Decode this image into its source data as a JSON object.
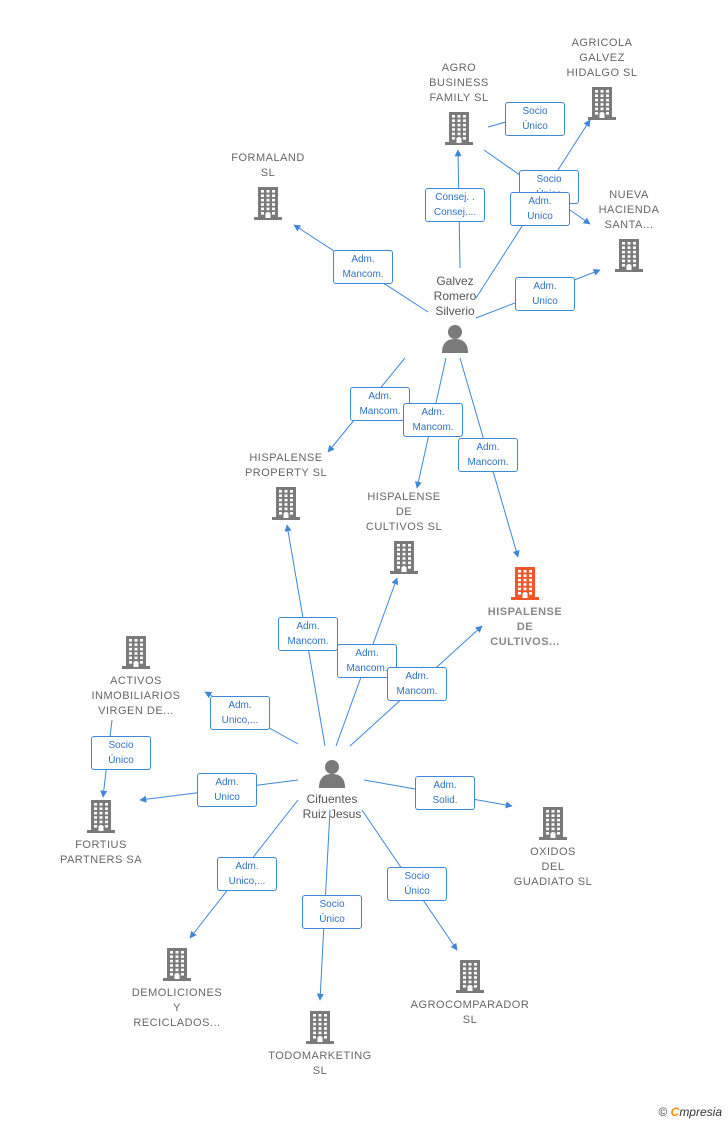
{
  "colors": {
    "edge": "#3d87d9",
    "node": "#7a7a7a",
    "highlight": "#f0562a"
  },
  "footer": {
    "copyright": "©",
    "brand_initial": "C",
    "brand_rest": "mpresia"
  },
  "nodes": {
    "galvez": {
      "type": "person",
      "label": "Galvez\nRomero\nSilverio"
    },
    "cifuentes": {
      "type": "person",
      "label": "Cifuentes\nRuiz Jesus"
    },
    "agro_business": {
      "type": "company",
      "label": "AGRO\nBUSINESS\nFAMILY SL"
    },
    "agricola": {
      "type": "company",
      "label": "AGRICOLA\nGALVEZ\nHIDALGO SL"
    },
    "nueva_hacienda": {
      "type": "company",
      "label": "NUEVA\nHACIENDA\nSANTA..."
    },
    "formaland": {
      "type": "company",
      "label": "FORMALAND\nSL"
    },
    "hisp_property": {
      "type": "company",
      "label": "HISPALENSE\nPROPERTY SL"
    },
    "hisp_cultivos": {
      "type": "company",
      "label": "HISPALENSE\nDE\nCULTIVOS SL"
    },
    "hisp_cultivos_main": {
      "type": "company",
      "label": "HISPALENSE\nDE\nCULTIVOS..."
    },
    "activos": {
      "type": "company",
      "label": "ACTIVOS\nINMOBILIARIOS\nVIRGEN DE..."
    },
    "fortius": {
      "type": "company",
      "label": "FORTIUS\nPARTNERS SA"
    },
    "oxidos": {
      "type": "company",
      "label": "OXIDOS\nDEL\nGUADIATO SL"
    },
    "demoliciones": {
      "type": "company",
      "label": "DEMOLICIONES\nY\nRECICLADOS..."
    },
    "todomarketing": {
      "type": "company",
      "label": "TODOMARKETING\nSL"
    },
    "agrocomparador": {
      "type": "company",
      "label": "AGROCOMPARADOR\nSL"
    }
  },
  "edges": [
    {
      "from": "galvez",
      "to": "formaland",
      "label": "Adm.\nMancom."
    },
    {
      "from": "galvez",
      "to": "agro_business",
      "label": "Consej. .\nConsej...."
    },
    {
      "from": "galvez",
      "to": "agricola",
      "label": "Socio\nÚnico"
    },
    {
      "from": "galvez",
      "to": "nueva_hacienda",
      "label": "Adm.\nUnico"
    },
    {
      "from": "agro_business",
      "to": "agricola",
      "label": "Socio\nÚnico"
    },
    {
      "from": "agro_business",
      "to": "nueva_hacienda",
      "label": "Adm.\nUnico"
    },
    {
      "from": "galvez",
      "to": "hisp_property",
      "label": "Adm.\nMancom."
    },
    {
      "from": "galvez",
      "to": "hisp_cultivos",
      "label": "Adm.\nMancom."
    },
    {
      "from": "galvez",
      "to": "hisp_cultivos_main",
      "label": "Adm.\nMancom."
    },
    {
      "from": "cifuentes",
      "to": "hisp_property",
      "label": "Adm.\nMancom."
    },
    {
      "from": "cifuentes",
      "to": "hisp_cultivos",
      "label": "Adm.\nMancom."
    },
    {
      "from": "cifuentes",
      "to": "hisp_cultivos_main",
      "label": "Adm.\nMancom."
    },
    {
      "from": "cifuentes",
      "to": "activos",
      "label": "Adm.\nUnico,..."
    },
    {
      "from": "activos",
      "to": "fortius",
      "label": "Socio\nÚnico"
    },
    {
      "from": "cifuentes",
      "to": "fortius",
      "label": "Adm.\nUnico"
    },
    {
      "from": "cifuentes",
      "to": "oxidos",
      "label": "Adm.\nSolid."
    },
    {
      "from": "cifuentes",
      "to": "demoliciones",
      "label": "Adm.\nUnico,..."
    },
    {
      "from": "cifuentes",
      "to": "todomarketing",
      "label": "Socio\nÚnico"
    },
    {
      "from": "cifuentes",
      "to": "agrocomparador",
      "label": "Socio\nÚnico"
    }
  ]
}
